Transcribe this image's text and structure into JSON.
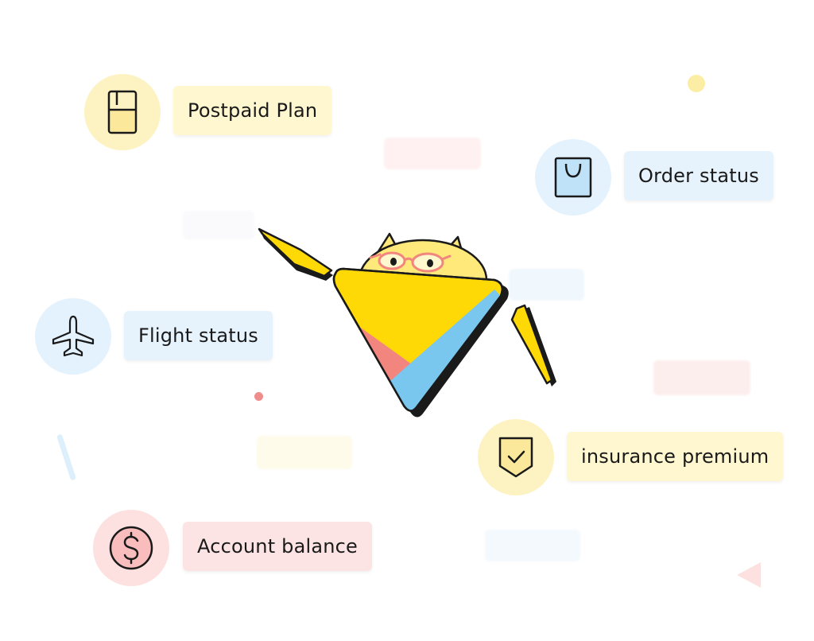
{
  "cards": {
    "postpaid": {
      "label": "Postpaid Plan",
      "icon": "phone-icon",
      "bg": "#fff7cf",
      "circle": "#fdf3c2"
    },
    "order": {
      "label": "Order status",
      "icon": "shopping-bag-icon",
      "bg": "#e6f3fd",
      "circle": "#e4f2fd"
    },
    "flight": {
      "label": "Flight status",
      "icon": "airplane-icon",
      "bg": "#e6f3fd",
      "circle": "#e4f2fd"
    },
    "insurance": {
      "label": "insurance premium",
      "icon": "shield-check-icon",
      "bg": "#fff7cf",
      "circle": "#fdf3c2"
    },
    "account": {
      "label": "Account balance",
      "icon": "dollar-icon",
      "bg": "#fde4e4",
      "circle": "#fde1e1"
    }
  },
  "colors": {
    "yellow": "#ffd906",
    "blue": "#79c7ef",
    "coral": "#f2867e",
    "outline": "#1a1a1a"
  },
  "mascot": {
    "icon": "cat-mascot-icon"
  }
}
